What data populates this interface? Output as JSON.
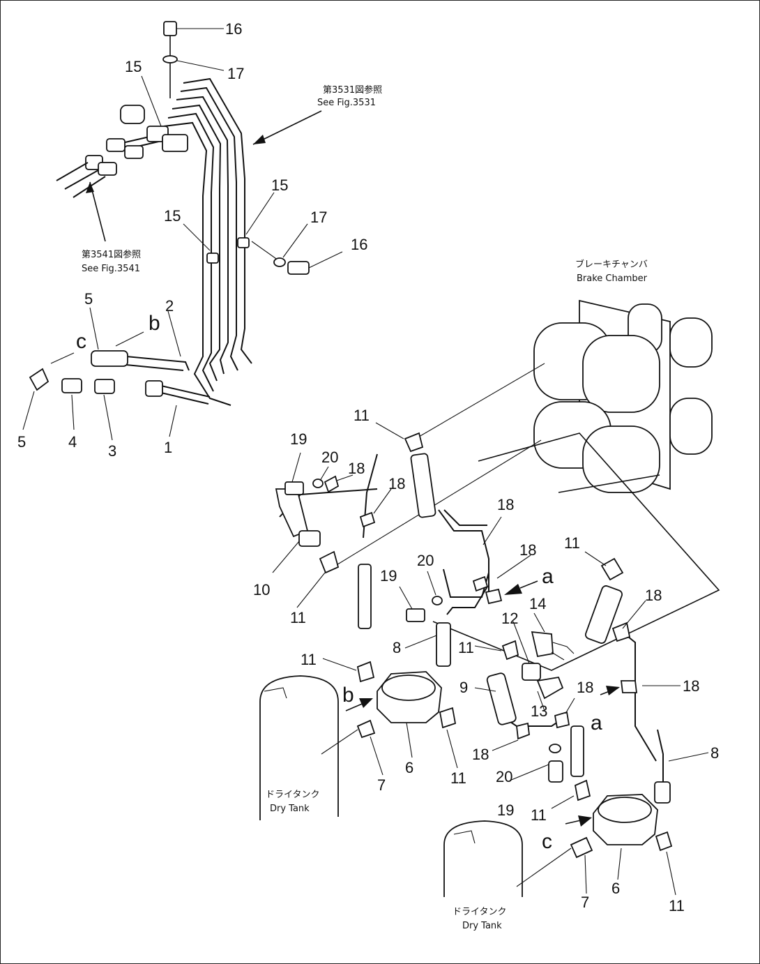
{
  "callouts": {
    "n16a": "16",
    "n17a": "17",
    "n15a": "15",
    "n15b": "15",
    "n15c": "15",
    "n17b": "17",
    "n16b": "16",
    "n5a": "5",
    "n5b": "5",
    "n4": "4",
    "n3": "3",
    "n1": "1",
    "n2": "2",
    "n11a": "11",
    "n19a": "19",
    "n20a": "20",
    "n18a": "18",
    "n18b": "18",
    "n10": "10",
    "n11b": "11",
    "n18c": "18",
    "n18d": "18",
    "n19b": "19",
    "n20b": "20",
    "n11c": "11",
    "n18e": "18",
    "n14": "14",
    "n12": "12",
    "n8a": "8",
    "n11d": "11",
    "n11e": "11",
    "n9": "9",
    "n13": "13",
    "n18f": "18",
    "n18g": "18",
    "n6a": "6",
    "n7a": "7",
    "n11f": "11",
    "n18h": "18",
    "n20c": "20",
    "n19c": "19",
    "n11g": "11",
    "n8b": "8",
    "n6b": "6",
    "n7b": "7",
    "n11h": "11"
  },
  "letters": {
    "c1": "c",
    "b1": "b",
    "a1": "a",
    "b2": "b",
    "a2": "a",
    "c2": "c"
  },
  "refs": {
    "fig3531_jp": "第3531図参照",
    "fig3531_en": "See Fig.3531",
    "fig3541_jp": "第3541図参照",
    "fig3541_en": "See Fig.3541",
    "brake_jp": "ブレーキチャンバ",
    "brake_en": "Brake Chamber",
    "tank1_jp": "ドライタンク",
    "tank1_en": "Dry Tank",
    "tank2_jp": "ドライタンク",
    "tank2_en": "Dry Tank"
  }
}
